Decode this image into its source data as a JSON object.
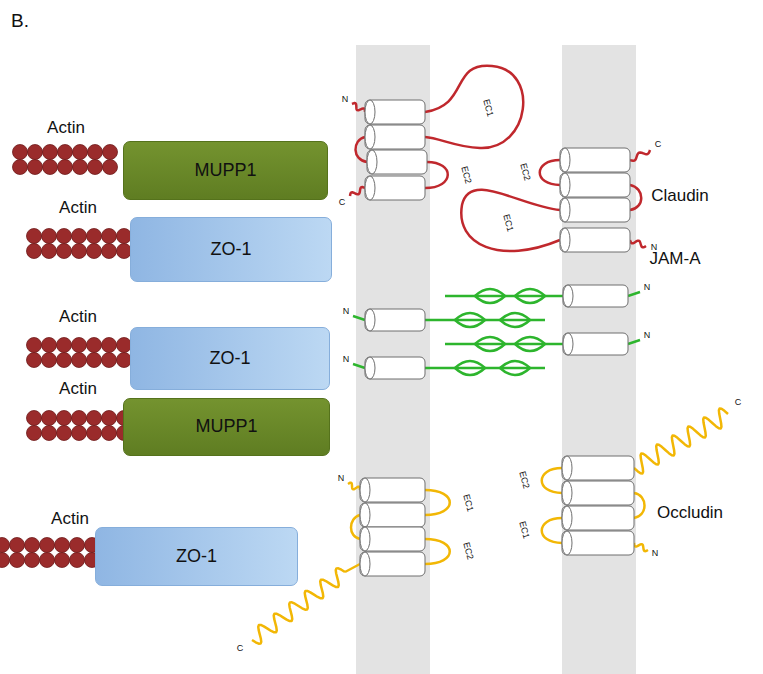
{
  "diagram": {
    "nodes": [
      {
        "text": [
          "MUPP1"
        ]
      },
      {
        "text": [
          "ZO-1"
        ]
      },
      {
        "text": [
          "ZO-1"
        ]
      },
      {
        "text": [
          "MUPP1"
        ]
      },
      {
        "text": [
          "ZO-1"
        ]
      }
    ],
    "labels": [
      "B.",
      "Actin",
      "Actin",
      "Claudin",
      "N",
      "EC1",
      "EC2",
      "C",
      "C",
      "EC2",
      "EC1",
      "N",
      "JAM-A",
      "Actin",
      "N",
      "N",
      "N",
      "N",
      "Actin",
      "Occludin",
      "N",
      "EC1",
      "EC2",
      "C",
      "C",
      "EC2",
      "EC1",
      "N",
      "Actin"
    ]
  }
}
